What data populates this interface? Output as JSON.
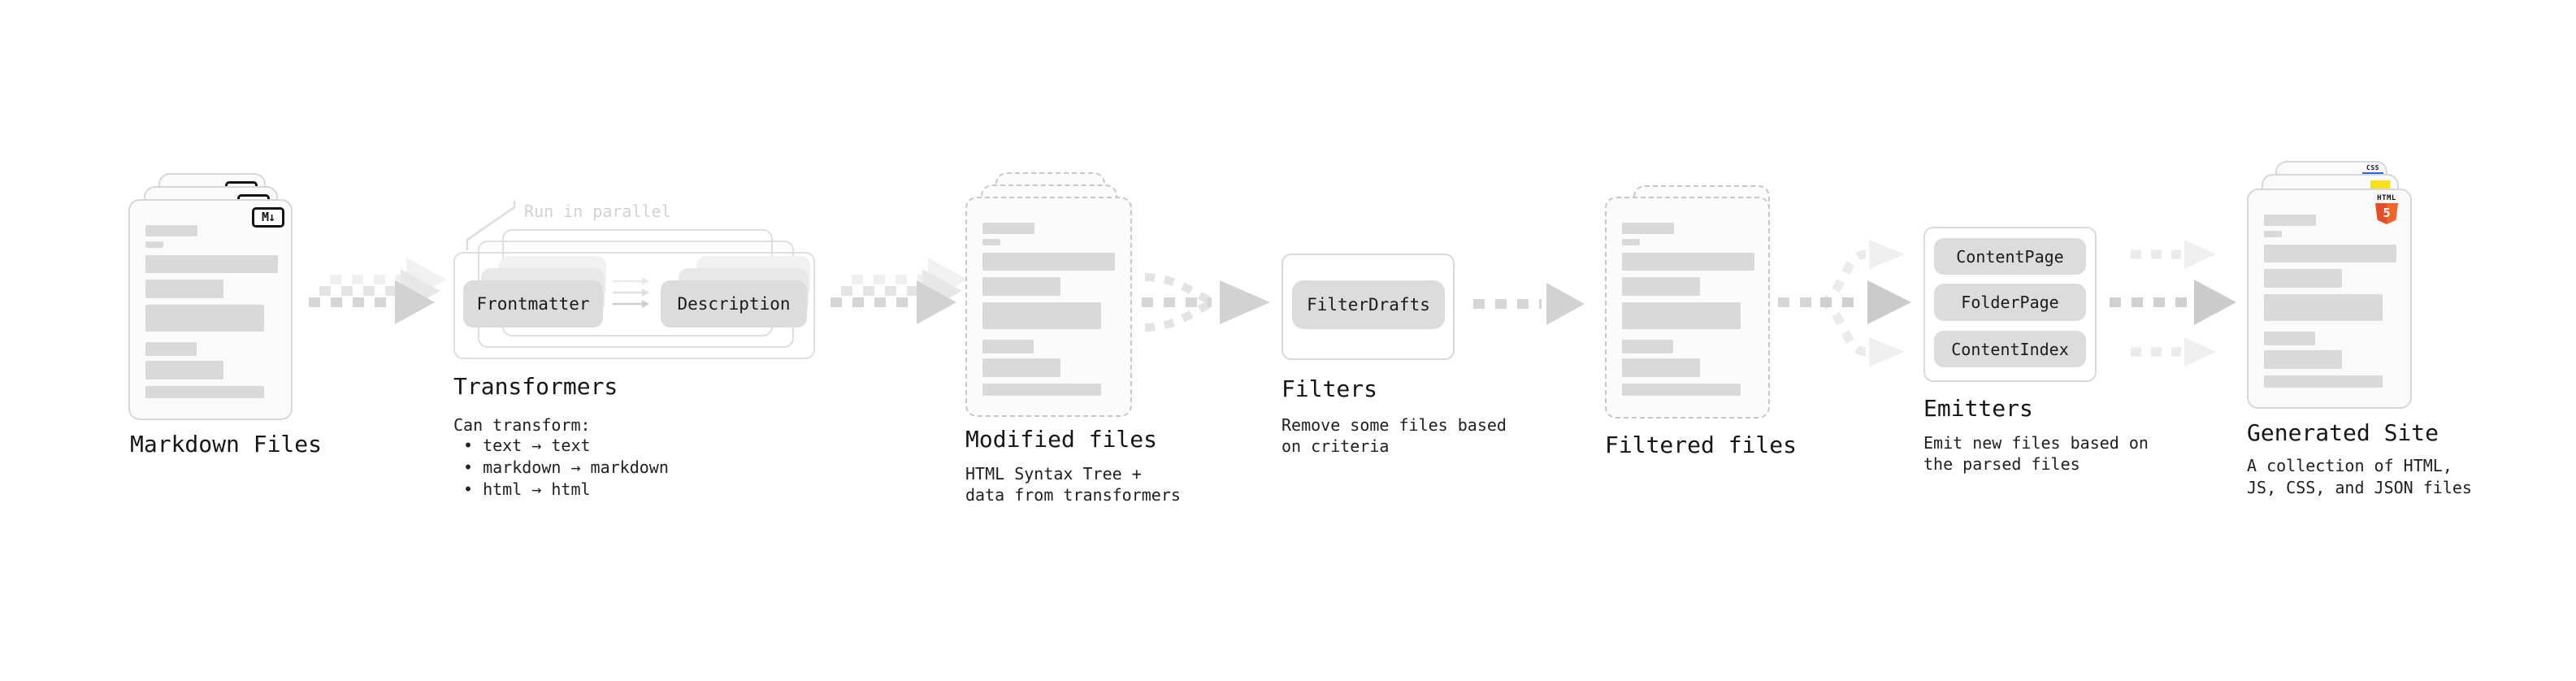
{
  "diagram": {
    "stations": {
      "markdown_files": {
        "label": "Markdown Files",
        "badge": "M↓"
      },
      "transformers": {
        "annotation": "Run in parallel",
        "pills": [
          "Frontmatter",
          "Description"
        ],
        "title": "Transformers",
        "description_heading": "Can transform:",
        "bullets": [
          "• text → text",
          "• markdown → markdown",
          "• html → html"
        ]
      },
      "modified_files": {
        "label": "Modified files",
        "description_lines": [
          "HTML Syntax Tree +",
          "data from transformers"
        ]
      },
      "filters": {
        "title": "Filters",
        "pill": "FilterDrafts",
        "description_lines": [
          "Remove some files based",
          "on criteria"
        ]
      },
      "filtered_files": {
        "label": "Filtered files"
      },
      "emitters": {
        "title": "Emitters",
        "pills": [
          "ContentPage",
          "FolderPage",
          "ContentIndex"
        ],
        "description_lines": [
          "Emit new files based on",
          "the parsed files"
        ]
      },
      "generated_site": {
        "label": "Generated Site",
        "description_lines": [
          "A collection of HTML,",
          "JS, CSS, and JSON files"
        ],
        "badges": {
          "css_label": "CSS",
          "html_label": "HTML",
          "html5_number": "5"
        }
      }
    },
    "colors": {
      "html5_orange": "#e44d26",
      "js_yellow": "#f7df1e",
      "css_blue": "#2965f1"
    }
  }
}
